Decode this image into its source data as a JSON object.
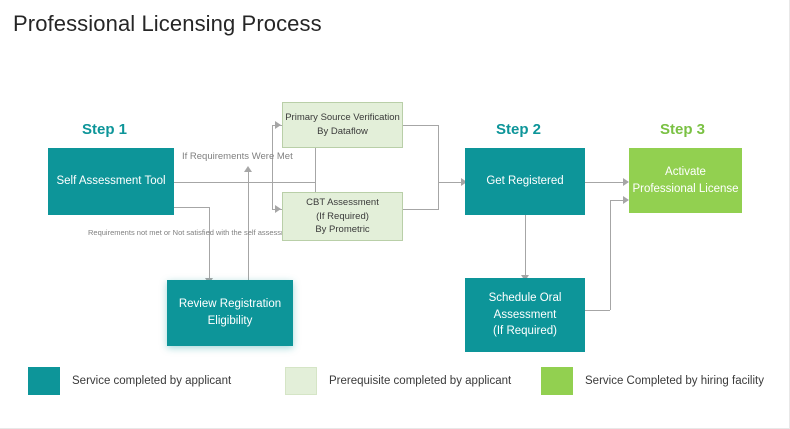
{
  "page": {
    "title": "Professional Licensing Process"
  },
  "colors": {
    "teal": "#0d9599",
    "green": "#92d050",
    "light_green": "#e3efd9",
    "connector": "#a6a6a6",
    "step3_caption": "#7ac143"
  },
  "steps": [
    {
      "caption": "Step 1"
    },
    {
      "caption": "Step 2"
    },
    {
      "caption": "Step 3"
    }
  ],
  "nodes": {
    "self_assessment": {
      "lines": [
        "Self Assessment Tool"
      ]
    },
    "review_registration": {
      "lines": [
        "Review Registration",
        "Eligibility"
      ]
    },
    "primary_source": {
      "lines": [
        "Primary Source Verification",
        "By Dataflow"
      ]
    },
    "cbt_assessment": {
      "lines": [
        "CBT Assessment",
        "(If Required)",
        "By Prometric"
      ]
    },
    "get_registered": {
      "lines": [
        "Get Registered"
      ]
    },
    "schedule_oral": {
      "lines": [
        "Schedule Oral",
        "Assessment",
        "(If Required)"
      ]
    },
    "activate_license": {
      "lines": [
        "Activate",
        "Professional License"
      ]
    }
  },
  "edge_labels": {
    "requirements_met": [
      "If Requirements",
      "Were Met"
    ],
    "requirements_not_met": [
      "Requirements not met",
      "or",
      "Not satisfied with the self",
      "assessment Tool outcome"
    ]
  },
  "legend": [
    {
      "swatch": "teal",
      "label": "Service completed by applicant"
    },
    {
      "swatch": "light_green",
      "label": "Prerequisite completed by applicant"
    },
    {
      "swatch": "green",
      "label": "Service Completed by hiring facility"
    }
  ]
}
